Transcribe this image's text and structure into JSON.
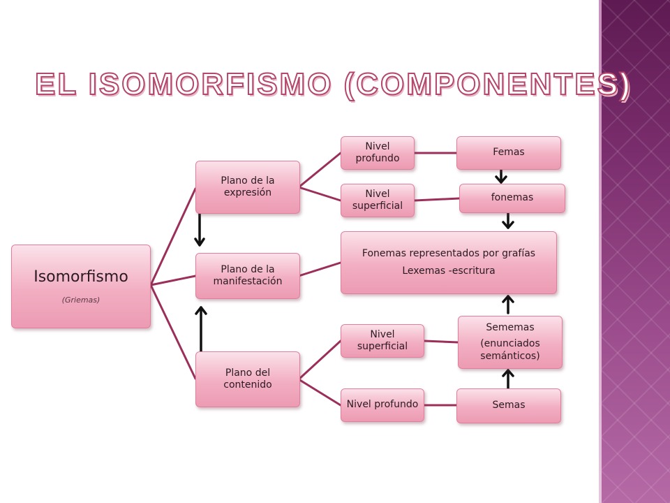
{
  "title": "EL ISOMORFISMO (COMPONENTES)",
  "nodes": {
    "root": {
      "label": "Isomorfismo",
      "sub": "(Griemas)"
    },
    "expresion": {
      "label": "Plano de la expresión"
    },
    "manifestacion": {
      "label": "Plano de la manifestación"
    },
    "contenido": {
      "label": "Plano del contenido"
    },
    "nivel_profundo_1": {
      "label": "Nivel profundo"
    },
    "nivel_superficial_1": {
      "label": "Nivel superficial"
    },
    "femas": {
      "label": "Femas"
    },
    "fonemas": {
      "label": "fonemas"
    },
    "fonemas_grafias": {
      "line1": "Fonemas  representados por grafías",
      "line2": "Lexemas -escritura"
    },
    "nivel_superficial_2": {
      "label": "Nivel superficial"
    },
    "nivel_profundo_2": {
      "label": "Nivel profundo"
    },
    "sememas": {
      "line1": "Sememas",
      "line2": "(enunciados semánticos)"
    },
    "semas": {
      "label": "Semas"
    }
  },
  "colors": {
    "node_fill": "#f2aec2",
    "connector": "#9c2f5a",
    "arrow": "#111111",
    "title_outline": "#b5476b",
    "side_band": "#7a2d6c"
  }
}
